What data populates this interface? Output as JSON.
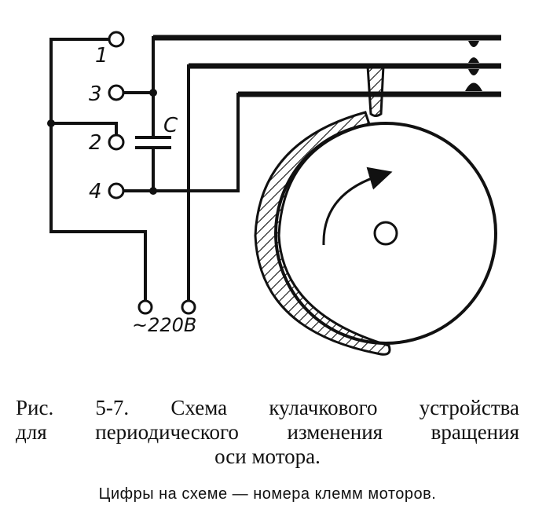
{
  "diagram": {
    "terminals": [
      "1",
      "3",
      "2",
      "4"
    ],
    "capacitor_label": "C",
    "supply_label": "~220В"
  },
  "caption": {
    "line1": "Рис. 5-7. Схема кулачкового устройства",
    "line2": "для периодического изменения вращения",
    "line3": "оси мотора."
  },
  "note": "Цифры на схеме — номера клемм моторов."
}
